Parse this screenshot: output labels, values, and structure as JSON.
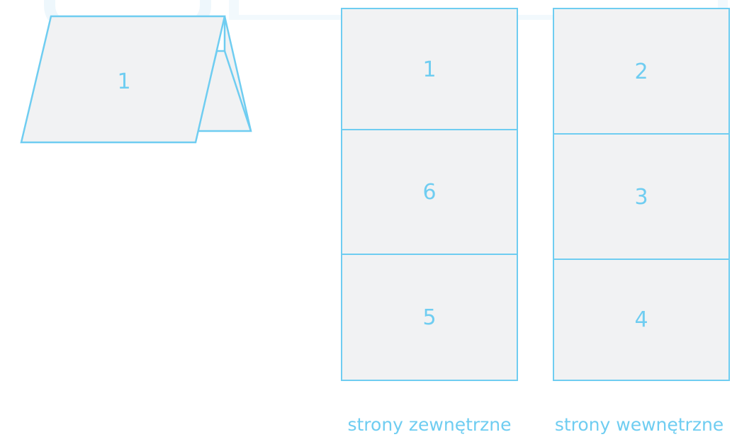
{
  "folded_card": {
    "front_label": "1"
  },
  "outer_pages": {
    "caption": "strony zewnętrzne",
    "panels": [
      "1",
      "6",
      "5"
    ]
  },
  "inner_pages": {
    "caption": "strony wewnętrzne",
    "panels": [
      "2",
      "3",
      "4"
    ]
  },
  "colors": {
    "stroke": "#6fcdf1",
    "fill": "#f1f2f3",
    "watermark": "#e9f6fc"
  }
}
